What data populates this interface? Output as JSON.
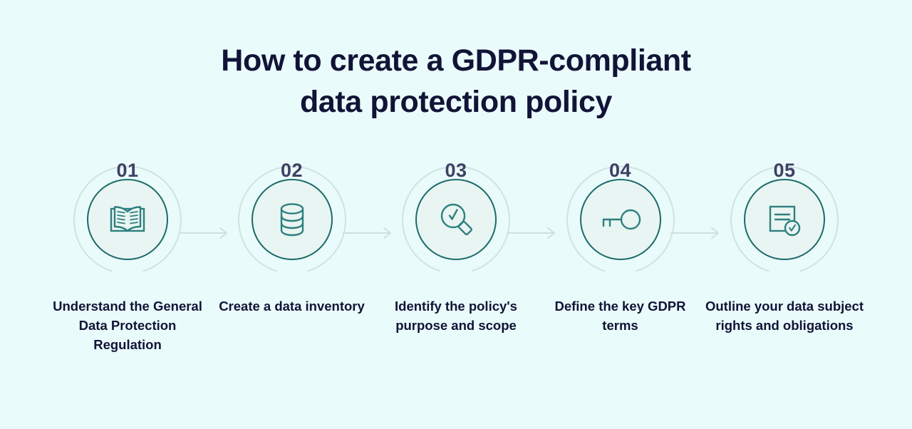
{
  "page": {
    "background_color": "#eafbfc",
    "title_lines": [
      "How to create a GDPR-compliant",
      "data protection policy"
    ],
    "title_color": "#111436"
  },
  "theme": {
    "accent_teal": "#1c6b6b",
    "icon_teal": "#2d7f7f",
    "ring_light": "#cfe3e0",
    "inner_fill": "#e9f5f2",
    "number_color": "#3f3f63",
    "caption_color": "#111436",
    "arrow_color": "#cfe0e2"
  },
  "steps": [
    {
      "number": "01",
      "icon": "open-book-icon",
      "caption": "Understand the General Data Protection Regulation"
    },
    {
      "number": "02",
      "icon": "database-icon",
      "caption": "Create a data inventory"
    },
    {
      "number": "03",
      "icon": "magnifier-check-icon",
      "caption": "Identify the policy's purpose and scope"
    },
    {
      "number": "04",
      "icon": "key-icon",
      "caption": "Define the key GDPR terms"
    },
    {
      "number": "05",
      "icon": "document-check-icon",
      "caption": "Outline your data subject rights and obligations"
    }
  ],
  "connectors": [
    {
      "name": "arrow-1-to-2"
    },
    {
      "name": "arrow-2-to-3"
    },
    {
      "name": "arrow-3-to-4"
    },
    {
      "name": "arrow-4-to-5"
    }
  ]
}
